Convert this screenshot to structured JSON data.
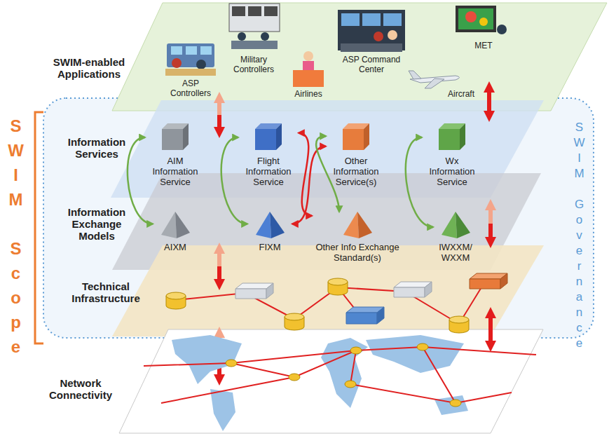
{
  "diagram": {
    "nodes": [
      {
        "text": [
          "AIM Information Service"
        ]
      },
      {
        "text": [
          "Flight Information Service"
        ]
      },
      {
        "text": [
          "Other Information Service(s)"
        ]
      },
      {
        "text": [
          "Wx Information Service"
        ]
      },
      {
        "text": [
          "AIXM"
        ]
      },
      {
        "text": [
          "FIXM"
        ]
      },
      {
        "text": [
          "Other Info Exchange Standard(s)"
        ]
      },
      {
        "text": [
          "IWXXM/ WXXM"
        ]
      }
    ],
    "edges": [
      {
        "from": 0,
        "to": 4,
        "arrow": "both"
      },
      {
        "from": 1,
        "to": 5,
        "arrow": "both"
      },
      {
        "from": 1,
        "to": 6,
        "arrow": "both"
      },
      {
        "from": 2,
        "to": 5,
        "arrow": "both"
      },
      {
        "from": 2,
        "to": 6,
        "arrow": "both"
      },
      {
        "from": 3,
        "to": 7,
        "arrow": "both"
      }
    ],
    "labels": [
      "SWIM-enabled Applications",
      "ASP Controllers",
      "Military Controllers",
      "Airlines",
      "ASP Command Center",
      "Aircraft",
      "MET",
      "Information Services",
      "Information Exchange Models",
      "Technical Infrastructure",
      "Network Connectivity",
      "SWIM Scope",
      "SWIM Governance"
    ]
  }
}
